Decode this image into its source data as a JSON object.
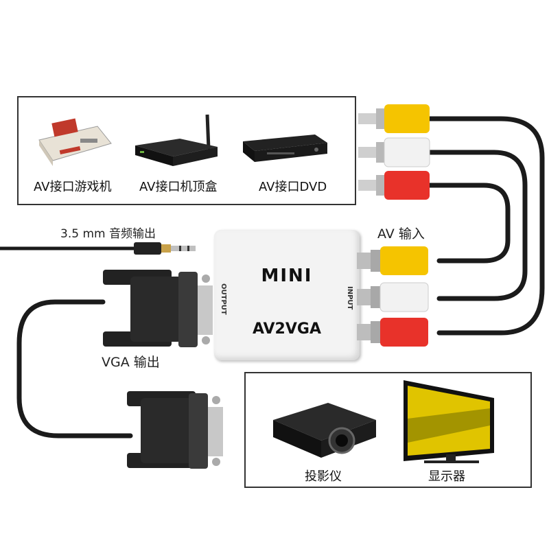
{
  "sources_box": {
    "items": [
      {
        "label": "AV接口游戏机",
        "icon": "game-console-icon"
      },
      {
        "label": "AV接口机顶盒",
        "icon": "set-top-box-icon"
      },
      {
        "label": "AV接口DVD",
        "icon": "dvd-player-icon"
      }
    ]
  },
  "outputs_box": {
    "items": [
      {
        "label": "投影仪",
        "icon": "projector-icon"
      },
      {
        "label": "显示器",
        "icon": "monitor-icon"
      }
    ]
  },
  "converter": {
    "title": "MINI",
    "model": "AV2VGA",
    "output_port": "OUTPUT",
    "input_port": "INPUT"
  },
  "labels": {
    "audio_out": "3.5 mm 音频输出",
    "av_in": "AV 输入",
    "vga_out": "VGA 输出"
  },
  "colors": {
    "rca_yellow": "#f5c400",
    "rca_white": "#f2f2f2",
    "rca_red": "#e8322a",
    "cable": "#1a1a1a",
    "box_border": "#333333"
  }
}
